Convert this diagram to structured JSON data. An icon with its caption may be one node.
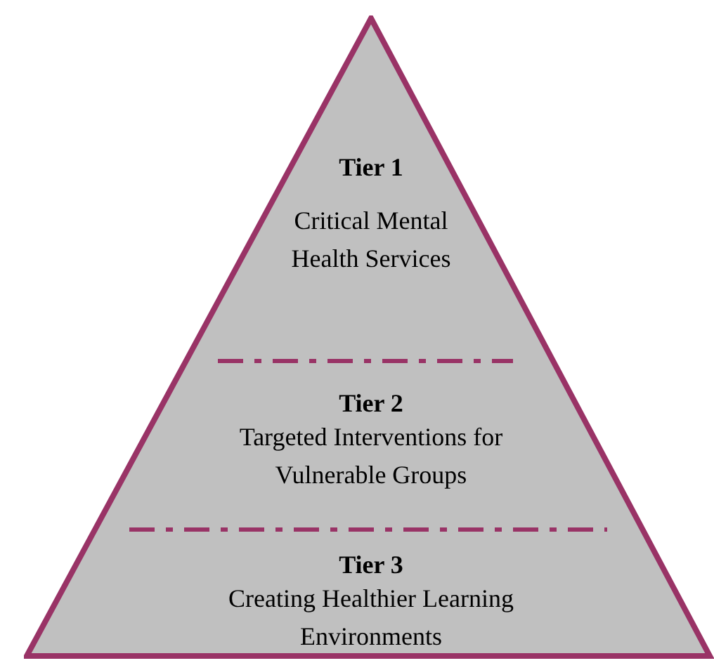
{
  "diagram": {
    "nodes": [
      {
        "text": [],
        "shape": "triangle"
      },
      {
        "text": [
          "Tier 1",
          "Critical Mental Health Services"
        ],
        "in": 0
      },
      {
        "text": [
          "Tier 2",
          "Targeted Interventions for Vulnerable Groups"
        ],
        "in": 0
      },
      {
        "text": [
          "Tier 3",
          "Creating Healthier Learning Environments"
        ],
        "in": 0
      }
    ]
  }
}
